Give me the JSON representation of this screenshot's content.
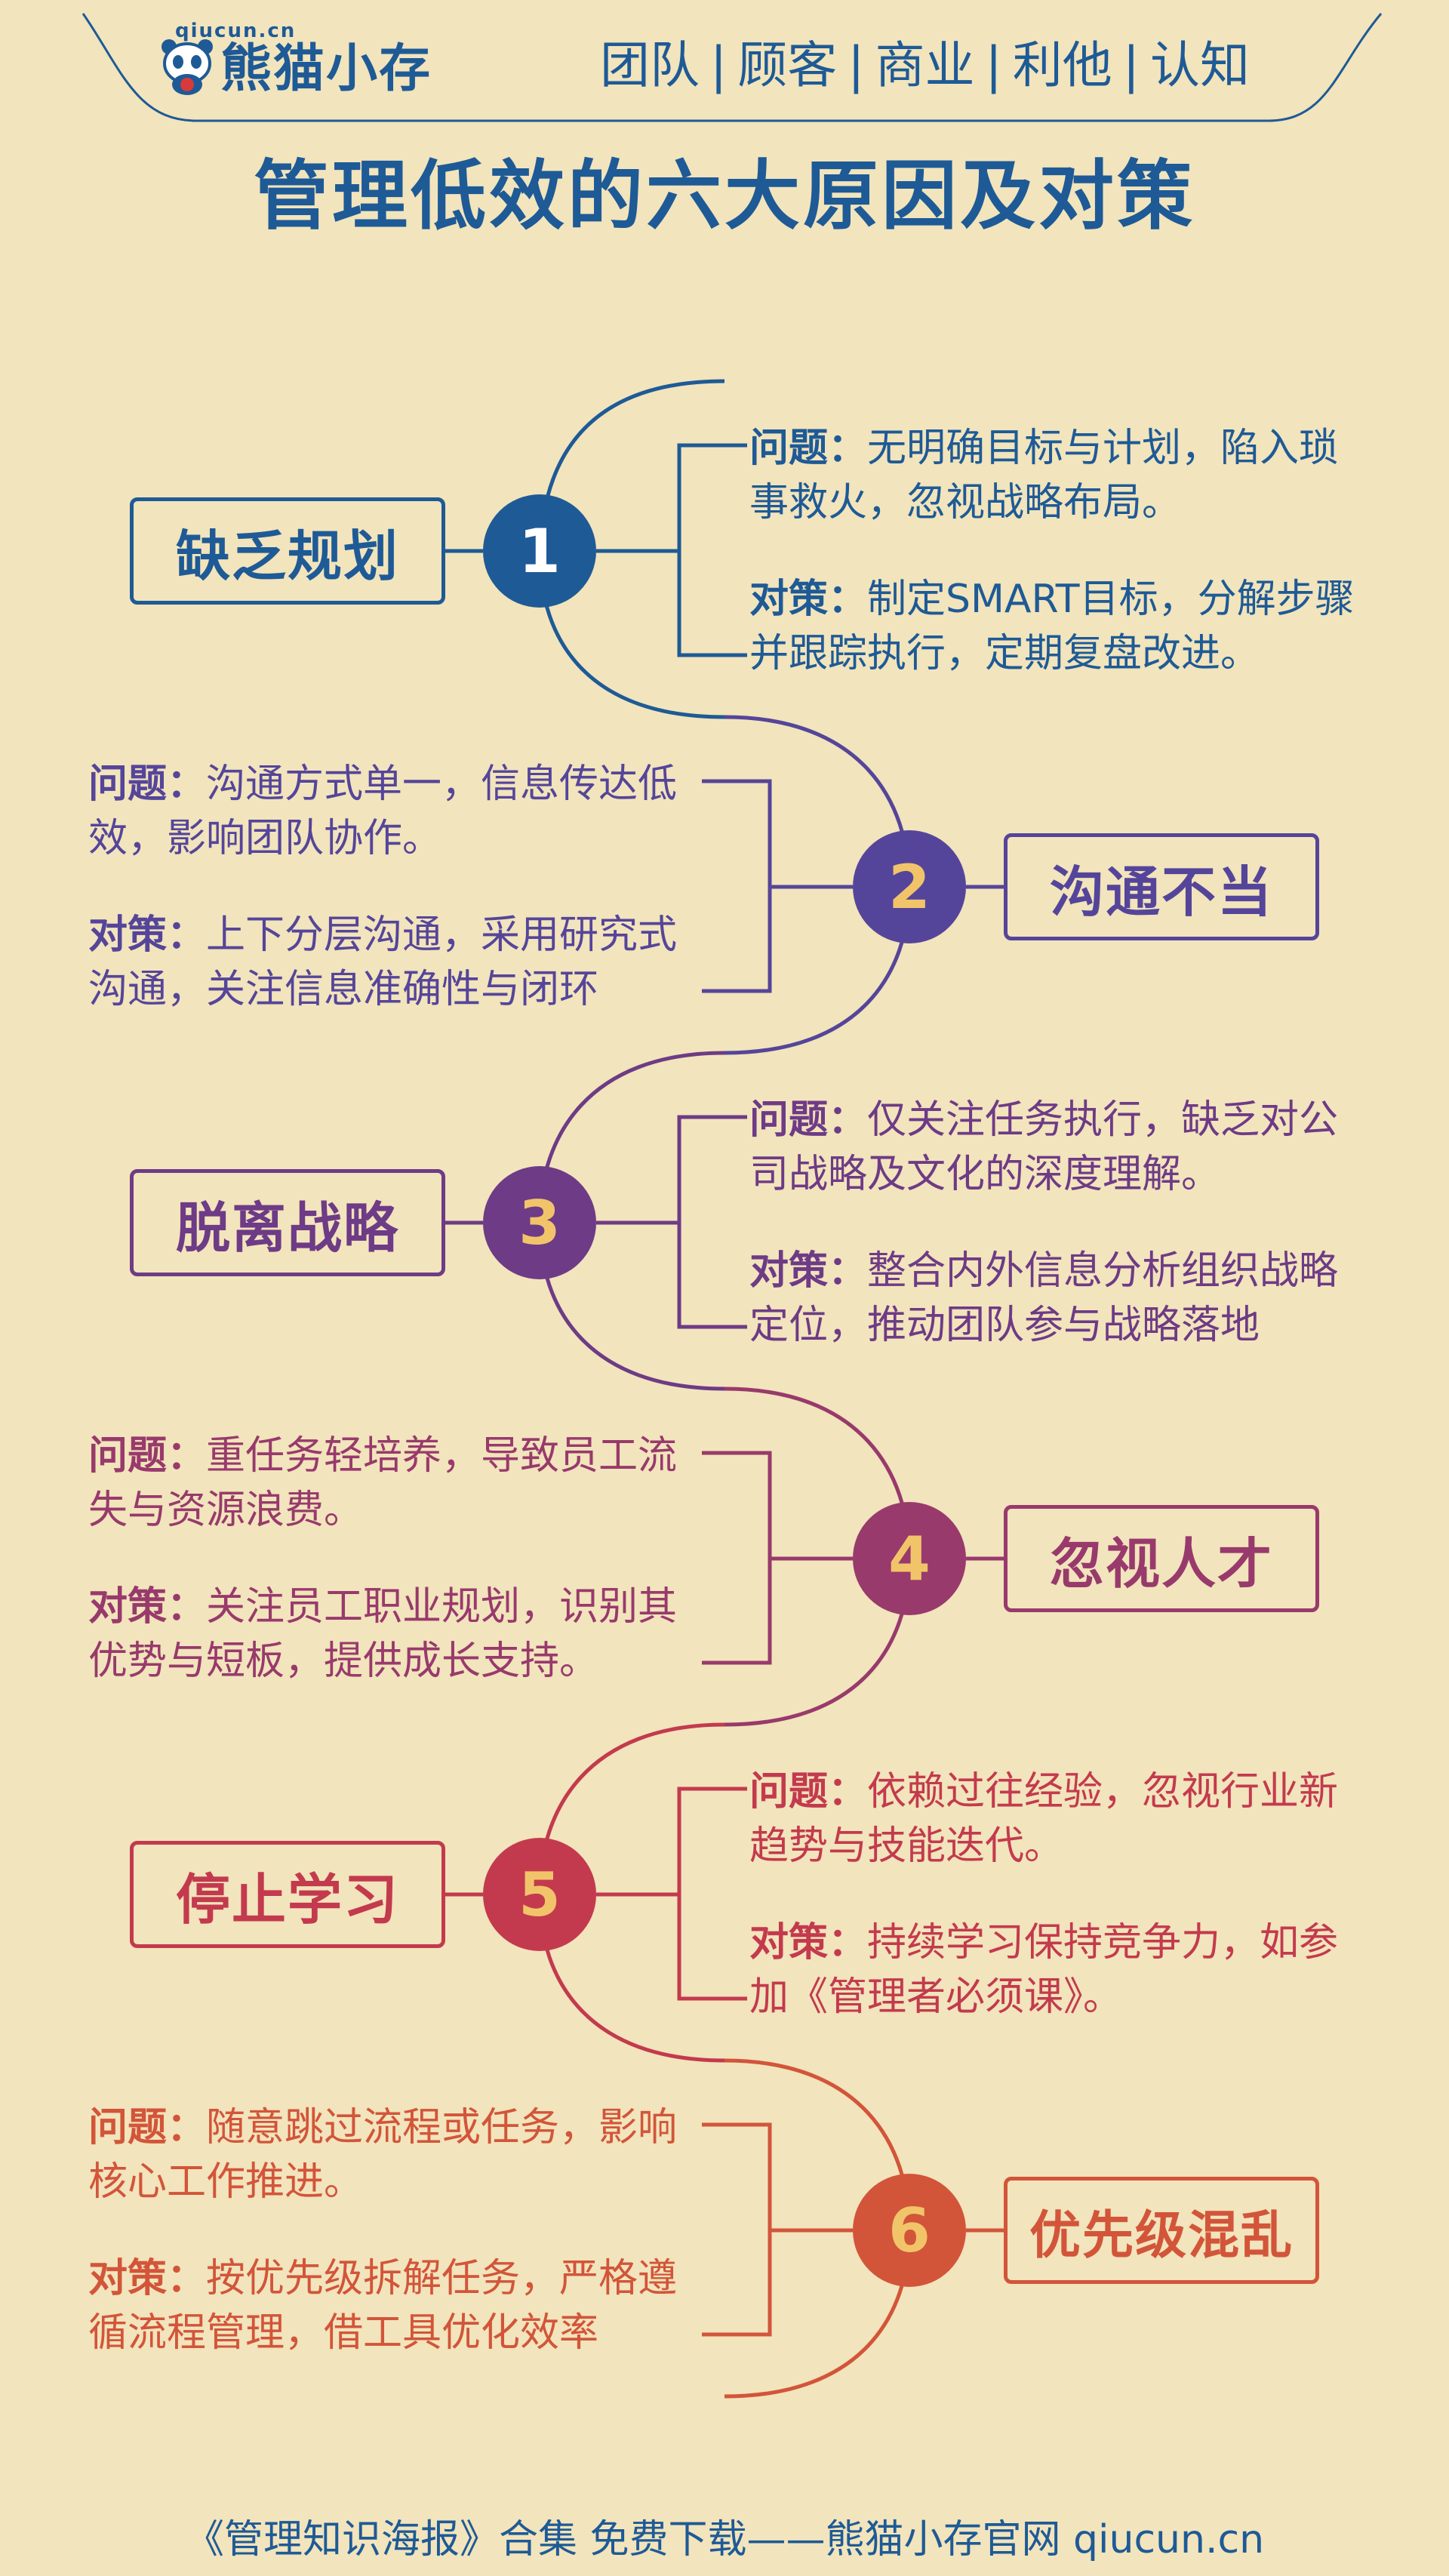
{
  "header": {
    "logo_url": "qiucun.cn",
    "logo_name": "熊猫小存",
    "nav": [
      "团队",
      "顾客",
      "商业",
      "利他",
      "认知"
    ],
    "nav_sep": "|"
  },
  "title": "管理低效的六大原因及对策",
  "items": [
    {
      "num": "1",
      "label": "缺乏规划",
      "color": "#1E5A96",
      "num_color": "#FFFFFF",
      "problem_kw": "问题：",
      "problem": "无明确目标与计划，陷入琐事救火，忽视战略布局。",
      "solution_kw": "对策：",
      "solution": "制定SMART目标，分解步骤并跟踪执行，定期复盘改进。"
    },
    {
      "num": "2",
      "label": "沟通不当",
      "color": "#55459A",
      "num_color": "#F2C46A",
      "problem_kw": "问题：",
      "problem": "沟通方式单一，信息传达低效，影响团队协作。",
      "solution_kw": "对策：",
      "solution": "上下分层沟通，采用研究式沟通，关注信息准确性与闭环"
    },
    {
      "num": "3",
      "label": "脱离战略",
      "color": "#6E3B86",
      "num_color": "#F2C46A",
      "problem_kw": "问题：",
      "problem": "仅关注任务执行，缺乏对公司战略及文化的深度理解。",
      "solution_kw": "对策：",
      "solution": "整合内外信息分析组织战略定位，推动团队参与战略落地"
    },
    {
      "num": "4",
      "label": "忽视人才",
      "color": "#983A6C",
      "num_color": "#F2C46A",
      "problem_kw": "问题：",
      "problem": "重任务轻培养，导致员工流失与资源浪费。",
      "solution_kw": "对策：",
      "solution": "关注员工职业规划，识别其优势与短板，提供成长支持。"
    },
    {
      "num": "5",
      "label": "停止学习",
      "color": "#C33A4E",
      "num_color": "#F2C46A",
      "problem_kw": "问题：",
      "problem": "依赖过往经验，忽视行业新趋势与技能迭代。",
      "solution_kw": "对策：",
      "solution": "持续学习保持竞争力，如参加《管理者必须课》。"
    },
    {
      "num": "6",
      "label": "优先级混乱",
      "color": "#D2553A",
      "num_color": "#F2C46A",
      "problem_kw": "问题：",
      "problem": "随意跳过流程或任务，影响核心工作推进。",
      "solution_kw": "对策：",
      "solution": "按优先级拆解任务，严格遵循流程管理，借工具优化效率"
    }
  ],
  "footer": "《管理知识海报》合集 免费下载——熊猫小存官网 qiucun.cn"
}
